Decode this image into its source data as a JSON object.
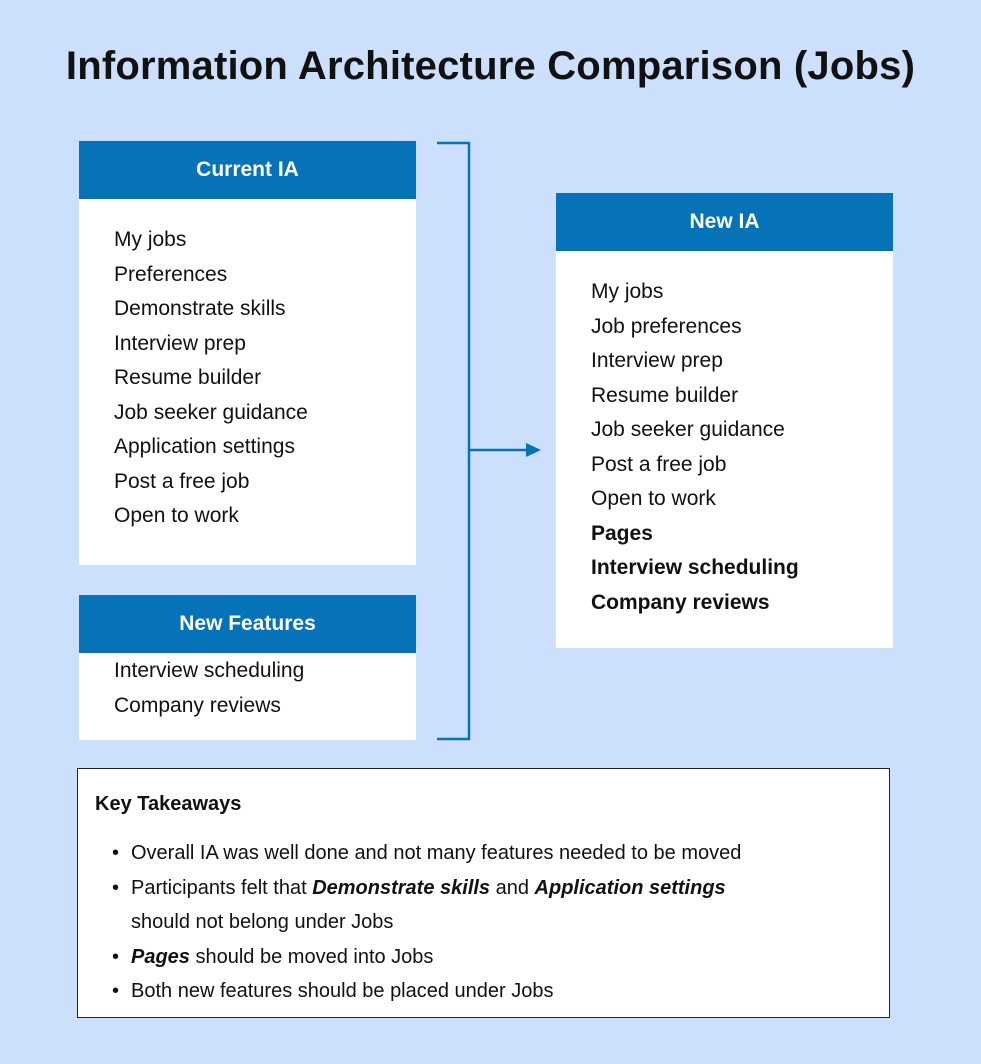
{
  "title": "Information Architecture Comparison (Jobs)",
  "current_ia": {
    "header": "Current IA",
    "items": [
      "My jobs",
      "Preferences",
      "Demonstrate skills",
      "Interview prep",
      "Resume builder",
      "Job seeker guidance",
      "Application settings",
      "Post a free job",
      "Open to work"
    ]
  },
  "new_features": {
    "header": "New Features",
    "items": [
      "Interview scheduling",
      "Company reviews"
    ]
  },
  "new_ia": {
    "header": "New IA",
    "items": [
      "My jobs",
      "Job preferences",
      "Interview prep",
      "Resume builder",
      "Job seeker guidance",
      "Post a free job",
      "Open to work",
      "Pages",
      "Interview scheduling",
      "Company reviews"
    ]
  },
  "takeaways": {
    "title": "Key Takeaways",
    "bullet": "•",
    "items": [
      {
        "parts": [
          "Overall IA was well done and not many features needed to be moved"
        ]
      },
      {
        "parts": [
          "Participants felt that ",
          "Demonstrate skills",
          " and ",
          "Application settings",
          " should not belong under Jobs"
        ]
      },
      {
        "parts": [
          "Pages",
          " should be moved into Jobs"
        ]
      },
      {
        "parts": [
          "Both new features should be placed under Jobs"
        ]
      }
    ]
  },
  "colors": {
    "background": "#cce0fd",
    "header": "#0672b8",
    "connector": "#0672b8"
  }
}
